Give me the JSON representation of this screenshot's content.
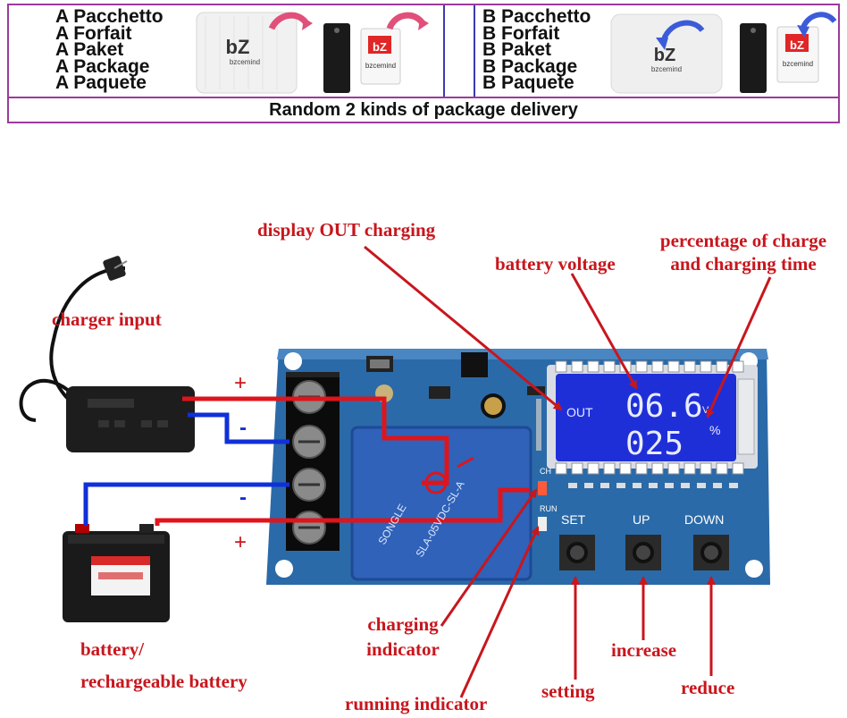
{
  "package_a": {
    "lines": [
      "A Pacchetto",
      "A Forfait",
      "A Paket",
      "A Package",
      "A Paquete"
    ],
    "brand": "bzcemind",
    "logo": "bZ"
  },
  "package_b": {
    "lines": [
      "B Pacchetto",
      "B Forfait",
      "B Paket",
      "B Package",
      "B Paquete"
    ],
    "brand": "bzcemind",
    "logo": "bZ"
  },
  "package_footer": "Random 2 kinds of package delivery",
  "annotations": {
    "display_out": "display OUT charging",
    "battery_voltage": "battery voltage",
    "percentage_line1": "percentage of charge",
    "percentage_line2": "and charging time",
    "charger_input": "charger input",
    "battery_line1": "battery/",
    "battery_line2": "rechargeable battery",
    "charging_ind_line1": "charging",
    "charging_ind_line2": "indicator",
    "running_indicator": "running indicator",
    "setting": "setting",
    "increase": "increase",
    "reduce": "reduce"
  },
  "board": {
    "lcd_out": "OUT",
    "lcd_voltage": "06.6",
    "lcd_percent": "025",
    "lcd_unit_v": "V",
    "lcd_unit_pct": "%",
    "btn_set": "SET",
    "btn_up": "UP",
    "btn_down": "DOWN",
    "relay_brand": "SONGLE",
    "relay_model": "SLA-05VDC-SL-A",
    "ch_label": "CH",
    "run_label": "RUN"
  },
  "terminal_signs": [
    "+",
    "-",
    "-",
    "+"
  ],
  "colors": {
    "annotation_red": "#c8161d",
    "wire_red": "#e0141b",
    "wire_blue": "#1030d8",
    "pcb_blue": "#2b6aa8",
    "lcd_blue": "#1f2fd8"
  }
}
